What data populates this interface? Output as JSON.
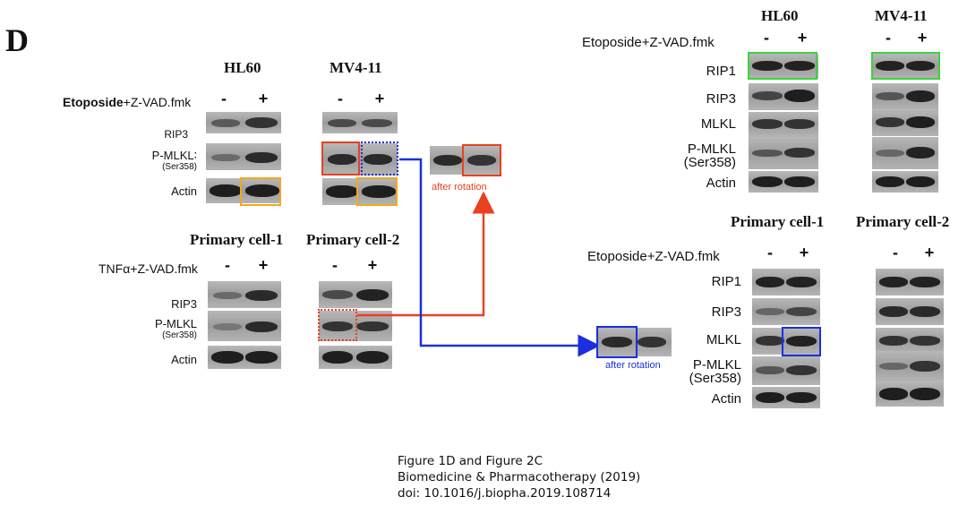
{
  "panel_letter": "D",
  "left": {
    "top_headers": [
      "HL60",
      "MV4-11"
    ],
    "top_treatment_prefix": "Etoposide",
    "top_treatment_suffix": "+Z-VAD.fmk",
    "signs": [
      "-",
      "+"
    ],
    "top_rows": [
      "RIP3",
      "P-MLKL∶",
      "(Ser358)",
      "Actin"
    ],
    "bottom_headers": [
      "Primary cell-1",
      "Primary cell-2"
    ],
    "bottom_treatment": "TNFα+Z-VAD.fmk",
    "bottom_rows": [
      "RIP3",
      "P-MLKL",
      "(Ser358)",
      "Actin"
    ],
    "red_note": "after rotation",
    "blue_note": "after rotation"
  },
  "right": {
    "top_headers": [
      "HL60",
      "MV4-11"
    ],
    "top_treatment": "Etoposide+Z-VAD.fmk",
    "top_rows": [
      "RIP1",
      "RIP3",
      "MLKL",
      "P-MLKL",
      "(Ser358)",
      "Actin"
    ],
    "bottom_headers": [
      "Primary cell-1",
      "Primary cell-2"
    ],
    "bottom_treatment": "Etoposide+Z-VAD.fmk",
    "bottom_rows": [
      "RIP1",
      "RIP3",
      "MLKL",
      "P-MLKL",
      "(Ser358)",
      "Actin"
    ]
  },
  "caption": {
    "line1": "Figure 1D and Figure 2C",
    "line2": "Biomedicine & Pharmacotherapy (2019)",
    "line3": "doi: 10.1016/j.biopha.2019.108714"
  },
  "colors": {
    "red": "#e8411f",
    "blue": "#1b2fe0",
    "orange": "#f2a81c",
    "green": "#3ed23e"
  }
}
